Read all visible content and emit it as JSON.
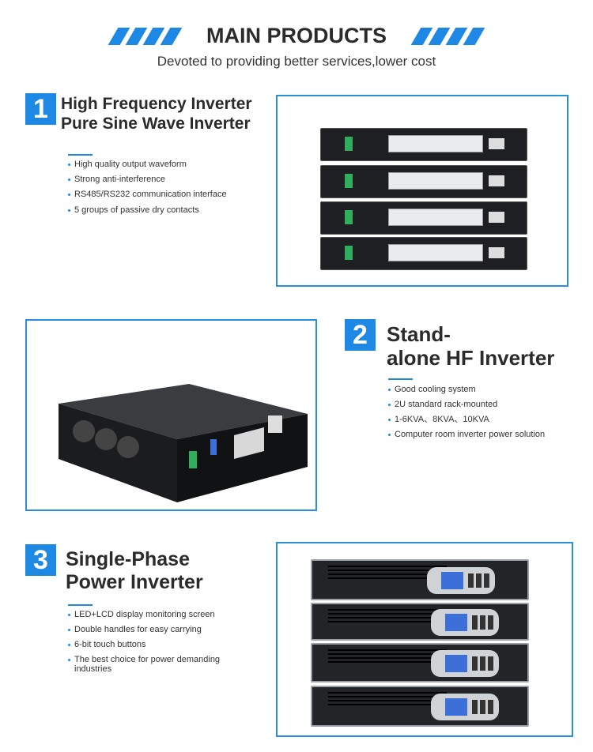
{
  "header": {
    "title": "MAIN PRODUCTS",
    "subtitle": "Devoted to providing better services,lower cost"
  },
  "accent_color": "#1e88e5",
  "products": [
    {
      "number": "1",
      "title_line1": "High Frequency Inverter",
      "title_line2": "Pure Sine Wave Inverter",
      "features": [
        "High quality output waveform",
        "Strong anti-interference",
        "RS485/RS232 communication interface",
        "5 groups of passive dry contacts"
      ]
    },
    {
      "number": "2",
      "title_line1": "Stand-",
      "title_line2": "alone HF Inverter",
      "features": [
        "Good cooling system",
        "2U standard rack-mounted",
        "1-6KVA、8KVA、10KVA",
        "Computer room inverter power solution"
      ]
    },
    {
      "number": "3",
      "title_line1": "Single-Phase",
      "title_line2": "Power Inverter",
      "features": [
        "LED+LCD display monitoring screen",
        "Double handles for easy carrying",
        "6-bit touch buttons",
        "The best choice for power demanding industries"
      ]
    }
  ]
}
